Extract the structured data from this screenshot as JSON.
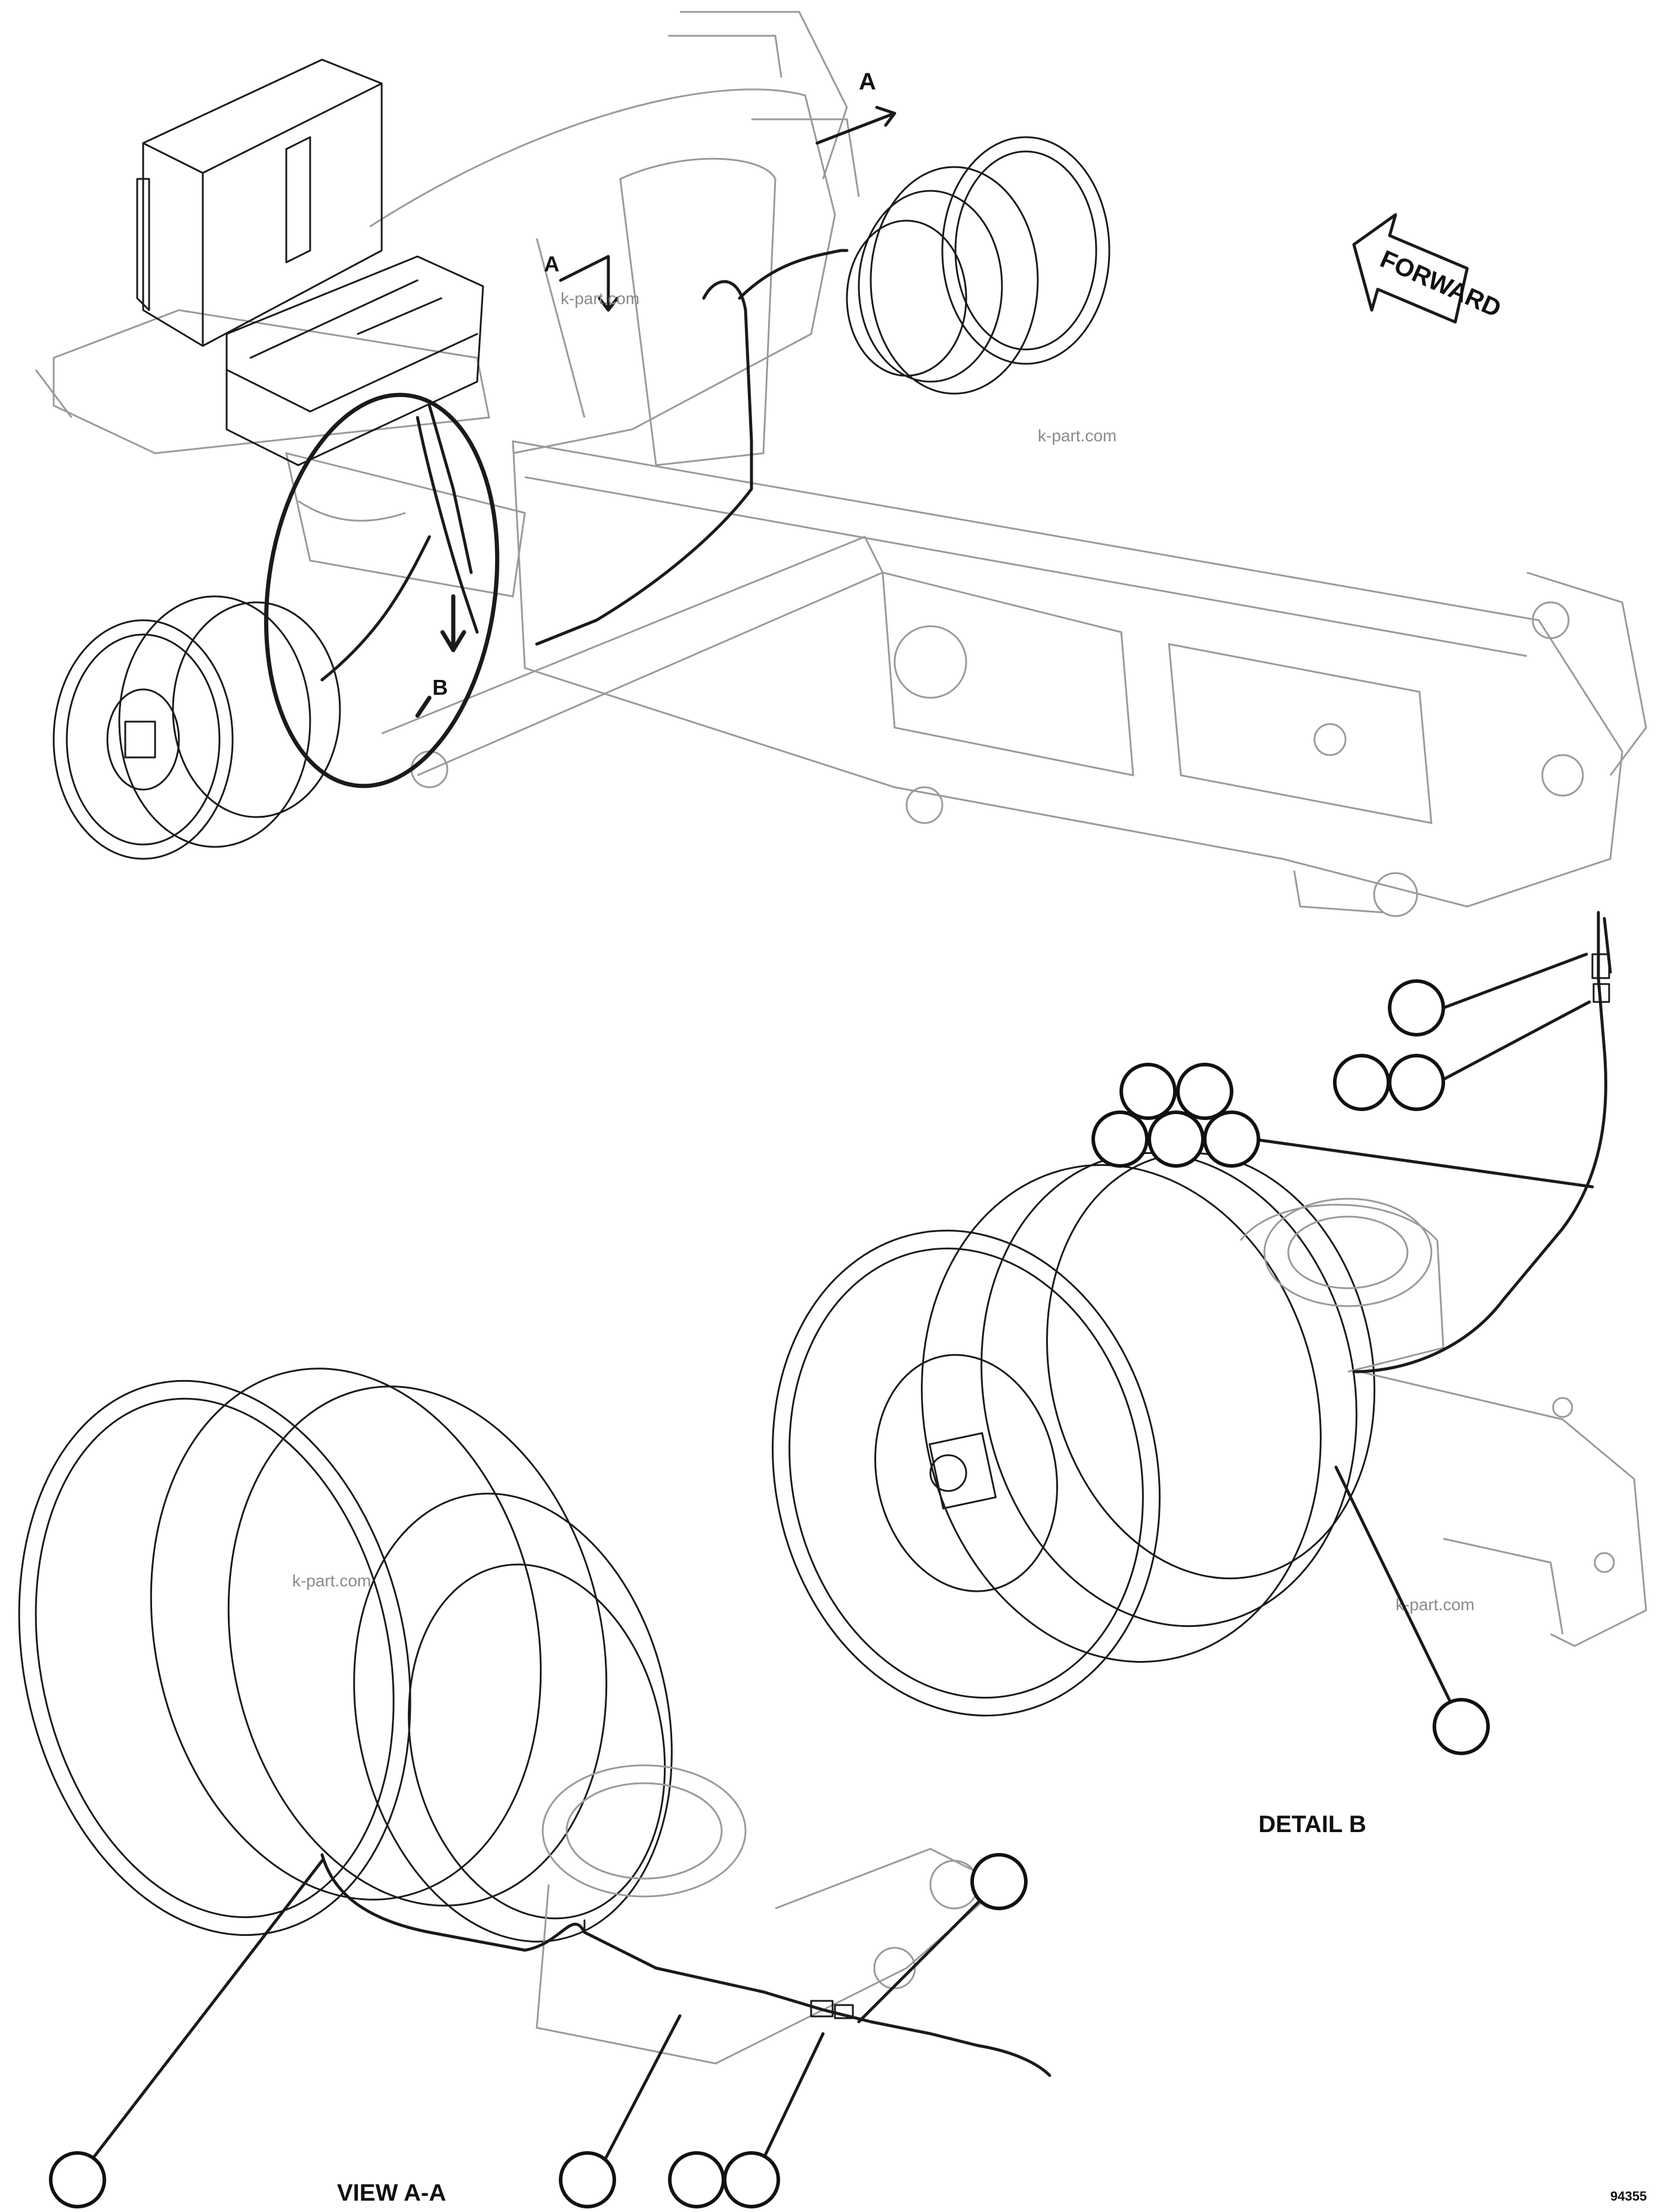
{
  "labels": {
    "forward": "FORWARD",
    "section_a": "A",
    "detail_b_marker": "B",
    "detail_b_title": "DETAIL B",
    "view_aa_title": "VIEW A-A",
    "drawing_number": "94355",
    "watermark": "k-part.com"
  },
  "callouts": [
    {
      "id": "b1",
      "text": ""
    },
    {
      "id": "b2",
      "text": ""
    },
    {
      "id": "b3",
      "text": ""
    },
    {
      "id": "b4",
      "text": ""
    },
    {
      "id": "b5",
      "text": ""
    },
    {
      "id": "b6",
      "text": ""
    },
    {
      "id": "b7",
      "text": ""
    },
    {
      "id": "b8",
      "text": ""
    },
    {
      "id": "b9",
      "text": ""
    },
    {
      "id": "b10",
      "text": ""
    },
    {
      "id": "b11",
      "text": ""
    },
    {
      "id": "b12",
      "text": ""
    },
    {
      "id": "b13",
      "text": ""
    },
    {
      "id": "b14",
      "text": ""
    },
    {
      "id": "b15",
      "text": ""
    }
  ]
}
